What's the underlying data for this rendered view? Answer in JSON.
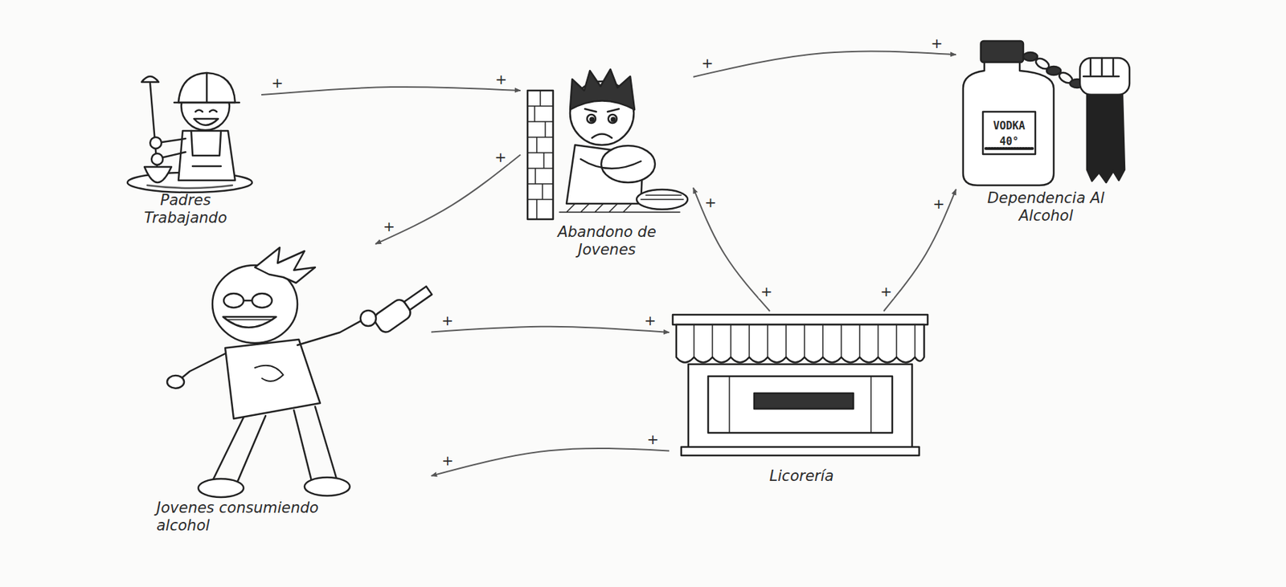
{
  "diagram": {
    "nodes": [
      {
        "text": [
          "Padres Trabajando"
        ]
      },
      {
        "text": [
          "Abandono de Jovenes"
        ]
      },
      {
        "text": [
          "Dependencia Al Alcohol"
        ]
      },
      {
        "text": [
          "Jovenes consumiendo alcohol"
        ]
      },
      {
        "text": [
          "Licorería"
        ]
      }
    ],
    "edges": [
      {
        "from": 0,
        "to": 1,
        "arrow": "to",
        "label": "+"
      },
      {
        "from": 1,
        "to": 2,
        "arrow": "to",
        "label": "+"
      },
      {
        "from": 1,
        "to": 3,
        "arrow": "to",
        "label": "+"
      },
      {
        "from": 3,
        "to": 4,
        "arrow": "to",
        "label": "+"
      },
      {
        "from": 4,
        "to": 1,
        "arrow": "to",
        "label": "+"
      },
      {
        "from": 4,
        "to": 2,
        "arrow": "to",
        "label": "+"
      },
      {
        "from": 4,
        "to": 3,
        "arrow": "to",
        "label": "+"
      }
    ],
    "labels": [
      "VODKA",
      "40°",
      "+",
      "+",
      "+",
      "+",
      "+",
      "+",
      "+"
    ]
  }
}
